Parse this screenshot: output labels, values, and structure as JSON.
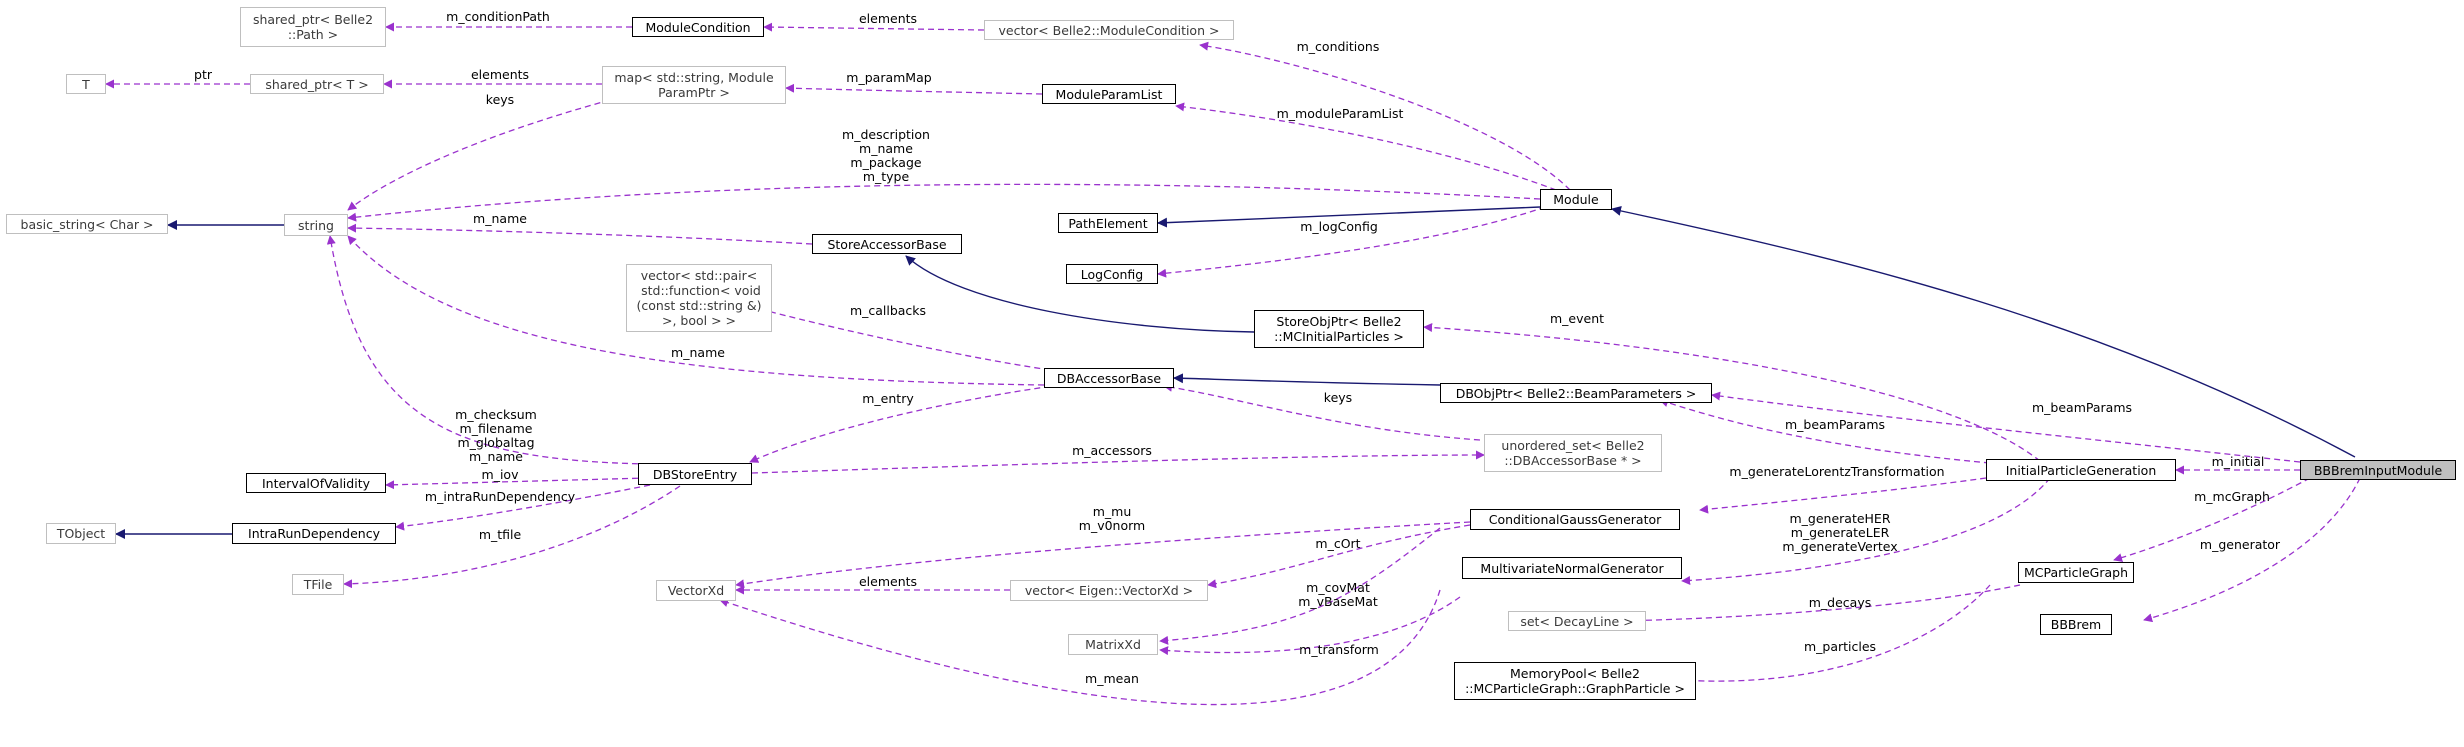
{
  "colors": {
    "inherit": "#191970",
    "use": "#9a32cd",
    "focus_fill": "#bfbfbf",
    "external_border": "#bfbfbf"
  },
  "nodes": {
    "shared_ptr_path": "shared_ptr< Belle2\n::Path >",
    "module_condition": "ModuleCondition",
    "vector_module_condition": "vector< Belle2::ModuleCondition >",
    "t": "T",
    "shared_ptr_t": "shared_ptr< T >",
    "map_param": "map< std::string, Module\nParamPtr >",
    "module_param_list": "ModuleParamList",
    "basic_string": "basic_string< Char >",
    "string": "string",
    "module": "Module",
    "path_element": "PathElement",
    "store_accessor_base": "StoreAccessorBase",
    "log_config": "LogConfig",
    "vector_pair": "vector< std::pair<\n std::function< void\n(const std::string &)\n>, bool > >",
    "store_obj_ptr": "StoreObjPtr< Belle2\n::MCInitialParticles >",
    "db_accessor_base": "DBAccessorBase",
    "db_obj_ptr": "DBObjPtr< Belle2::BeamParameters >",
    "unordered_set": "unordered_set< Belle2\n::DBAccessorBase * >",
    "interval_of_validity": "IntervalOfValidity",
    "db_store_entry": "DBStoreEntry",
    "initial_particle_generation": "InitialParticleGeneration",
    "bbbrem_input_module": "BBBremInputModule",
    "tobject": "TObject",
    "intra_run_dependency": "IntraRunDependency",
    "conditional_gauss_generator": "ConditionalGaussGenerator",
    "tfile": "TFile",
    "vectorxd": "VectorXd",
    "vector_eigen": "vector< Eigen::VectorXd >",
    "multivariate_normal_generator": "MultivariateNormalGenerator",
    "mc_particle_graph": "MCParticleGraph",
    "matrixxd": "MatrixXd",
    "set_decay_line": "set< DecayLine >",
    "bbbrem": "BBBrem",
    "memory_pool": "MemoryPool< Belle2\n::MCParticleGraph::GraphParticle >"
  },
  "edge_labels": {
    "m_condition_path": "m_conditionPath",
    "elements_module_condition": "elements",
    "m_conditions": "m_conditions",
    "ptr": "ptr",
    "elements_shared_ptr": "elements",
    "m_param_map": "m_paramMap",
    "keys_map": "keys",
    "m_module_param_list": "m_moduleParamList",
    "module_string_members": "m_description\nm_name\nm_package\nm_type",
    "m_log_config": "m_logConfig",
    "m_name_store": "m_name",
    "m_callbacks": "m_callbacks",
    "m_event": "m_event",
    "m_name_db": "m_name",
    "m_entry": "m_entry",
    "keys_unordered": "keys",
    "m_beam_params_upper": "m_beamParams",
    "m_beam_params_lower": "m_beamParams",
    "entry_string_members": "m_checksum\nm_filename\nm_globaltag\nm_name",
    "m_accessors": "m_accessors",
    "m_initial": "m_initial",
    "m_iov": "m_iov",
    "m_generate_lorentz": "m_generateLorentzTransformation",
    "m_intra_run_dependency": "m_intraRunDependency",
    "m_mc_graph": "m_mcGraph",
    "m_tfile": "m_tfile",
    "m_mu_v0norm": "m_mu\nm_v0norm",
    "m_generate_her": "m_generateHER\nm_generateLER\nm_generateVertex",
    "m_generator": "m_generator",
    "m_cort": "m_cOrt",
    "elements_eigen": "elements",
    "m_cov_mat": "m_covMat\nm_vBaseMat",
    "m_decays": "m_decays",
    "m_transform": "m_transform",
    "m_particles": "m_particles",
    "m_mean": "m_mean"
  }
}
